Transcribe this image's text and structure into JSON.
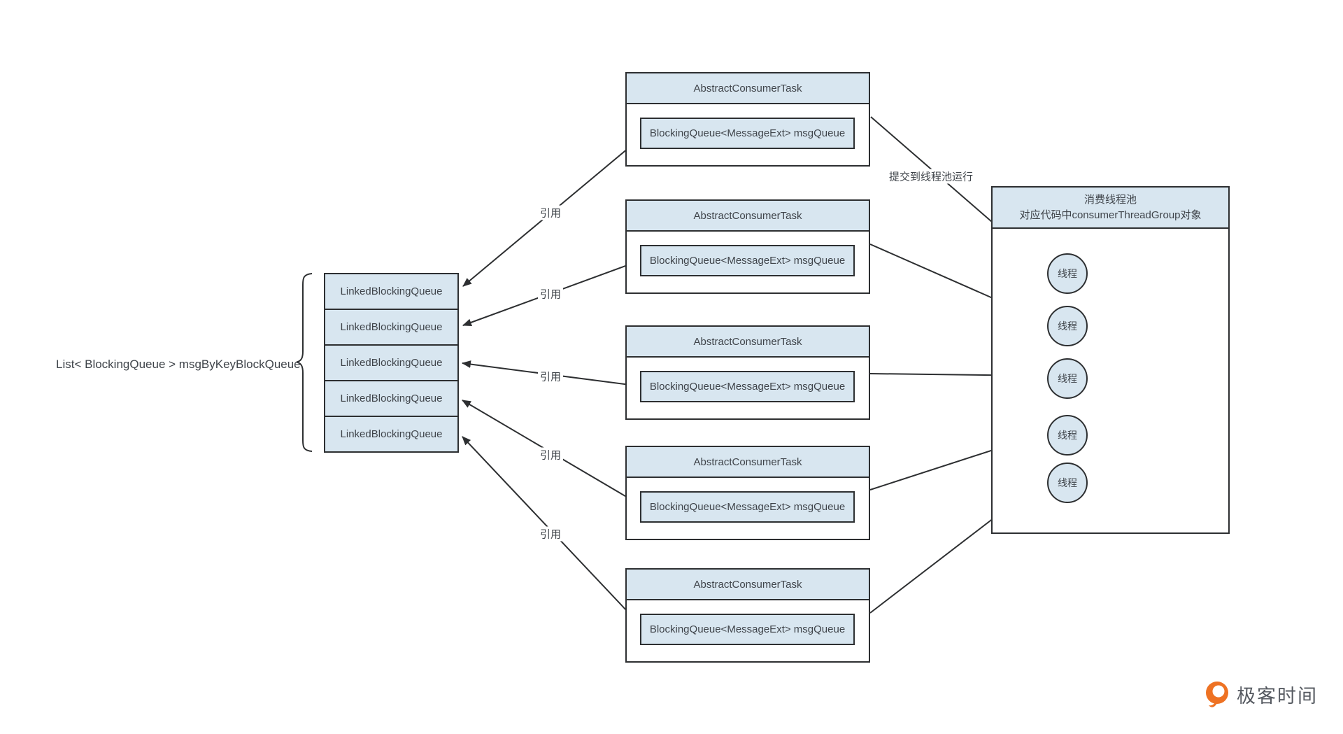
{
  "diagram": {
    "left_label": "List< BlockingQueue > msgByKeyBlockQueue",
    "queue_stack": {
      "rows": [
        "LinkedBlockingQueue",
        "LinkedBlockingQueue",
        "LinkedBlockingQueue",
        "LinkedBlockingQueue",
        "LinkedBlockingQueue"
      ]
    },
    "tasks": [
      {
        "title": "AbstractConsumerTask",
        "field": "BlockingQueue<MessageExt> msgQueue"
      },
      {
        "title": "AbstractConsumerTask",
        "field": "BlockingQueue<MessageExt> msgQueue"
      },
      {
        "title": "AbstractConsumerTask",
        "field": "BlockingQueue<MessageExt> msgQueue"
      },
      {
        "title": "AbstractConsumerTask",
        "field": "BlockingQueue<MessageExt> msgQueue"
      },
      {
        "title": "AbstractConsumerTask",
        "field": "BlockingQueue<MessageExt> msgQueue"
      }
    ],
    "edge_labels": {
      "reference": [
        "引用",
        "引用",
        "引用",
        "引用",
        "引用"
      ],
      "submit": "提交到线程池运行"
    },
    "thread_pool": {
      "title_line1": "消费线程池",
      "title_line2": "对应代码中consumerThreadGroup对象",
      "threads": [
        "线程",
        "线程",
        "线程",
        "线程",
        "线程"
      ]
    },
    "colors": {
      "node_fill": "#d8e6f0",
      "stroke": "#2d2f31",
      "text": "#3f444a",
      "background": "#ffffff",
      "logo_orange": "#ee7223",
      "logo_text": "#565a61"
    }
  },
  "footer": {
    "brand": "极客时间"
  }
}
